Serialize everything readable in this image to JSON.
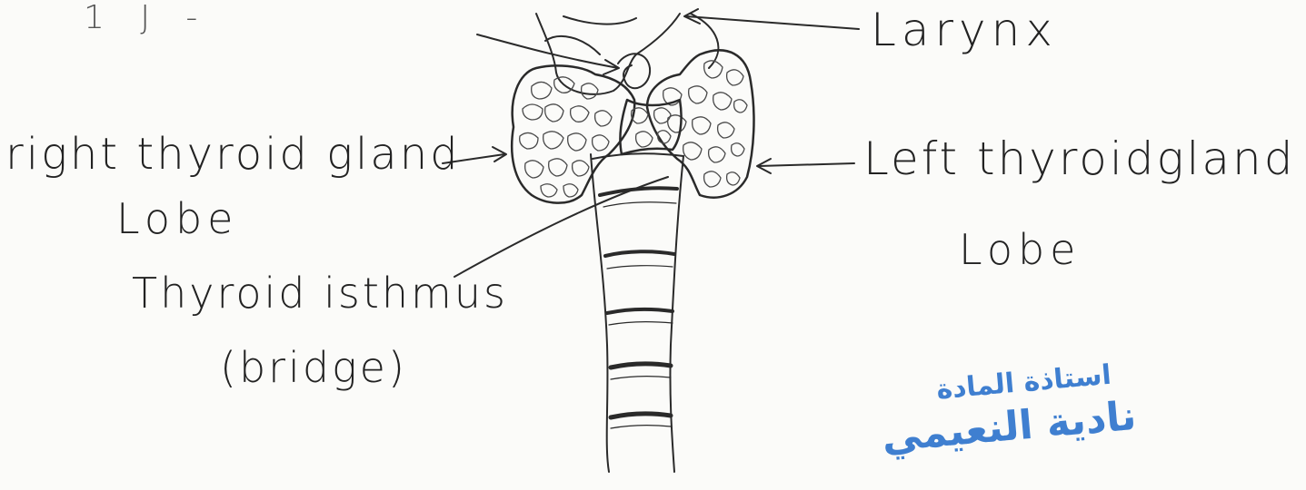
{
  "labels": {
    "top_partial": "1 J -",
    "larynx": "Larynx",
    "right_lobe_line1": "right thyroid gland",
    "right_lobe_line2": "Lobe",
    "left_lobe_line1": "Left thyroidgland",
    "left_lobe_line2": "Lobe",
    "isthmus_line1": "Thyroid isthmus",
    "isthmus_line2": "(bridge)"
  },
  "stamp": {
    "line1": "استاذة المادة",
    "line2": "نادية النعيمي"
  },
  "colors": {
    "ink": "#222222",
    "stamp": "#3f7fd0",
    "paper": "#fbfbf9"
  }
}
